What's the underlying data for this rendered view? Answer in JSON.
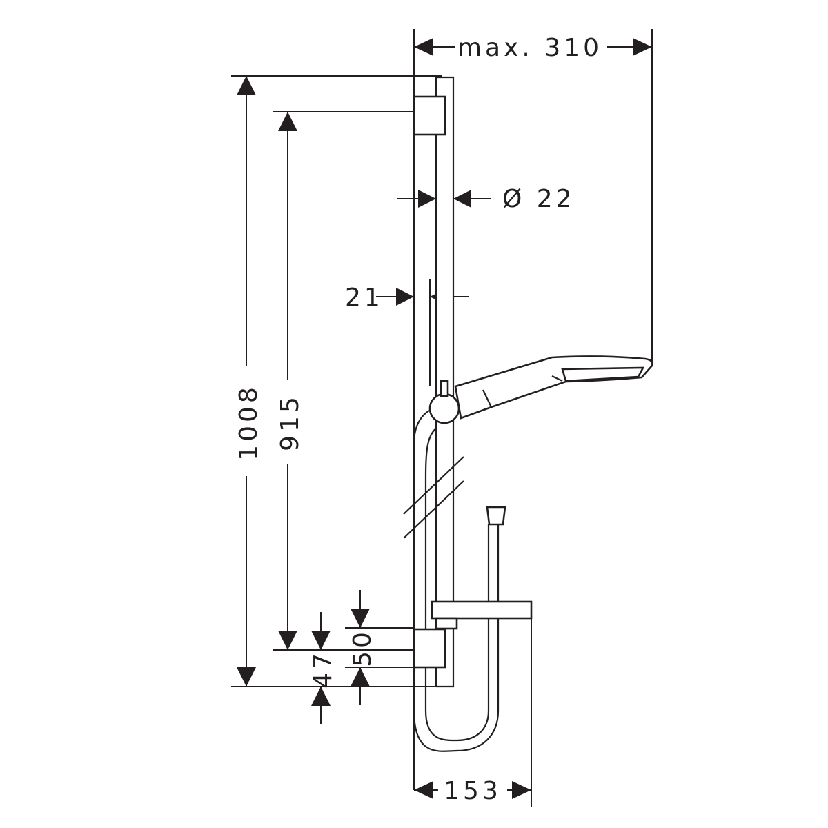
{
  "dimensions": {
    "max_width": "max. 310",
    "bar_diameter": "Ø 22",
    "wall_offset": "21",
    "overall_height": "1008",
    "mount_spacing": "915",
    "bottom_offset_a": "47",
    "bottom_offset_b": "50",
    "shelf_width": "153"
  },
  "colors": {
    "line": "#231f20",
    "background": "#ffffff"
  }
}
